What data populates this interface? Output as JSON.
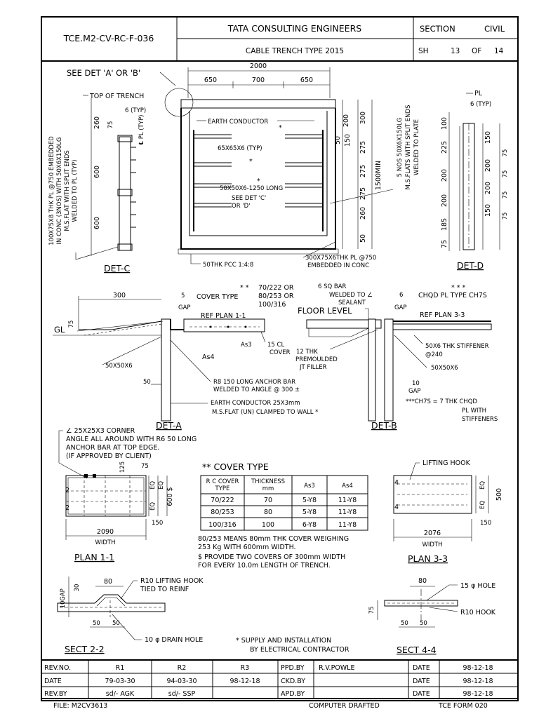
{
  "title_block": {
    "drawing_no": "TCE.M2-CV-RC-F-036",
    "company": "TATA CONSULTING ENGINEERS",
    "drawing_title": "CABLE TRENCH TYPE 2015",
    "section_label": "SECTION",
    "section_value": "CIVIL",
    "sheet": "SH",
    "sheet_no": "13",
    "sheet_of": "OF",
    "sheet_total": "14"
  },
  "main_section": {
    "see_det": "SEE DET 'A' OR 'B'",
    "top_of_trench": "TOP OF TRENCH",
    "dim_total": "2000",
    "dim_650a": "650",
    "dim_700": "700",
    "dim_650b": "650",
    "earth_conductor": "EARTH CONDUCTOR",
    "angle_65": "65X65X6 (TYP)",
    "angle_50": "50X50X6-1250 LONG",
    "see_det_cd_1": "SEE DET 'C'",
    "see_det_cd_2": "OR 'D'",
    "pcc": "50THK PCC 1:4:8",
    "plate_1": "300X75X6THK PL @750",
    "plate_2": "EMBEDDED IN CONC",
    "flats_1": "5 NOS 50X6X150LG",
    "flats_2": "M.S.FLATS WITH SPLIT ENDS",
    "flats_3": "WELDED TO PLATE",
    "rdims": [
      "200",
      "300",
      "275",
      "275",
      "275",
      "260",
      "50"
    ],
    "ldims": [
      "50",
      "150"
    ],
    "min_depth": "1500MIN"
  },
  "det_c": {
    "title": "DET-C",
    "note_1": "100X75X8 THK PL @750 EMBEDDED",
    "note_2": "IN CONC (3NOS) WITH 50X6X150LG",
    "note_3": "M.S.FLAT WITH SPLIT ENDS",
    "note_4": "WELDED TO PL (TYP)",
    "dims": [
      "260",
      "600",
      "600"
    ],
    "dim_75": "75",
    "typ": "6 (TYP)",
    "pl_typ": "℄ PL (TYP)"
  },
  "det_d": {
    "title": "DET-D",
    "pl": "PL",
    "typ": "6 (TYP)",
    "dims_outer": [
      "100",
      "225",
      "200",
      "200",
      "185",
      "75"
    ],
    "dims_inner": [
      "150",
      "200",
      "200",
      "150"
    ],
    "dims_small": [
      "75",
      "75",
      "75",
      "75"
    ]
  },
  "det_a": {
    "title": "DET-A",
    "dim_300": "300",
    "dim_5": "5",
    "gap": "GAP",
    "cover_type": "COVER TYPE",
    "ct_options": "** 70/222 OR\n80/253 OR\n100/316",
    "ref_plan": "REF PLAN 1-1",
    "gl": "GL",
    "dim_75": "75",
    "as3": "As3",
    "as4": "As4",
    "cl_cover_1": "15 CL",
    "cl_cover_2": "COVER",
    "angle": "50X50X6",
    "dim_50": "50",
    "anchor_1": "R8 150 LONG ANCHOR BAR",
    "anchor_2": "WELDED TO ANGLE @ 300 ±",
    "earth_1": "EARTH CONDUCTOR 25X3mm",
    "earth_2": "M.S.FLAT (UN) CLAMPED TO WALL *"
  },
  "det_b": {
    "title": "DET-B",
    "sq_bar_1": "6 SQ BAR",
    "sq_bar_2": "WELDED TO ∠",
    "sealant": "SEALANT",
    "floor_level": "FLOOR LEVEL",
    "filler_1": "12 THK",
    "filler_2": "PREMOULDED",
    "filler_3": "JT FILLER",
    "dim_6": "6",
    "gap": "GAP",
    "chqd": "CHQD PL TYPE CH7S",
    "stars": "* * *",
    "ref_plan": "REF PLAN 3-3",
    "stiffener_1": "50X6 THK STIFFENER",
    "stiffener_2": "@240",
    "angle": "50X50X6",
    "dim_10": "10",
    "gap2": "GAP",
    "ch7s_1": "***CH7S = 7 THK CHQD",
    "ch7s_2": "PL WITH",
    "ch7s_3": "STIFFENERS"
  },
  "plan_11": {
    "title": "PLAN 1-1",
    "corner_1": "25X25X3 CORNER",
    "corner_2": "ANGLE ALL AROUND WITH R6 50 LONG",
    "corner_3": "ANCHOR BAR AT TOP EDGE.",
    "corner_4": "(IF APPROVED BY CLIENT)",
    "dim_125": "125",
    "dim_75": "75",
    "eq": "EQ",
    "dim_600": "600 $",
    "dim_150": "150",
    "dim_2090": "2090",
    "width": "WIDTH",
    "mark_2": "2",
    "mark_2b": "2"
  },
  "plan_33": {
    "title": "PLAN 3-3",
    "lifting_hook": "LIFTING HOOK",
    "mark_4": "4",
    "mark_4b": "4",
    "eq": "EQ",
    "dim_500": "500",
    "dim_150": "150",
    "dim_2076": "2076",
    "width": "WIDTH"
  },
  "cover_table": {
    "title": "** COVER TYPE",
    "headers": [
      "R C COVER TYPE",
      "THICKNESS mm",
      "As3",
      "As4"
    ],
    "rows": [
      [
        "70/222",
        "70",
        "5-Y8",
        "11-Y8"
      ],
      [
        "80/253",
        "80",
        "5-Y8",
        "11-Y8"
      ],
      [
        "100/316",
        "100",
        "6-Y8",
        "11-Y8"
      ]
    ],
    "note_1": "80/253 MEANS 80mm THK COVER WEIGHING",
    "note_2": "253 Kg WITH 600mm WIDTH.",
    "note_3": "$ PROVIDE TWO COVERS OF 300mm WIDTH",
    "note_4": "FOR EVERY 10.0m LENGTH OF TRENCH."
  },
  "sect_22": {
    "title": "SECT 2-2",
    "dim_80": "80",
    "gap": "GAP",
    "dim_30": "30",
    "dim_10": "10",
    "dim_50a": "50",
    "dim_50b": "50",
    "hook_1": "R10 LIFTING HOOK",
    "hook_2": "TIED TO REINF",
    "drain": "10 φ DRAIN HOLE"
  },
  "supply_note": {
    "line_1": "* SUPPLY AND INSTALLATION",
    "line_2": "BY ELECTRICAL CONTRACTOR"
  },
  "sect_44": {
    "title": "SECT 4-4",
    "dim_80": "80",
    "hole": "15 φ HOLE",
    "hook": "R10 HOOK",
    "dim_75": "75",
    "dim_50a": "50",
    "dim_50b": "50"
  },
  "revision": {
    "rev_no": "REV.NO.",
    "revs": [
      "R1",
      "R2",
      "R3"
    ],
    "date_label": "DATE",
    "dates": [
      "79-03-30",
      "94-03-30",
      "98-12-18"
    ],
    "rev_by": "REV.BY",
    "revby_values": [
      "sd/- AGK",
      "sd/- SSP",
      ""
    ],
    "ppd_by": "PPD.BY",
    "ppd_name": "R.V.POWLE",
    "ckd_by": "CKD.BY",
    "apd_by": "APD.BY",
    "date_col": "DATE",
    "sign_dates": [
      "98-12-18",
      "98-12-18",
      "98-12-18"
    ]
  },
  "footer": {
    "file": "FILE: M2CV3613",
    "computer": "COMPUTER DRAFTED",
    "form": "TCE FORM 020"
  }
}
